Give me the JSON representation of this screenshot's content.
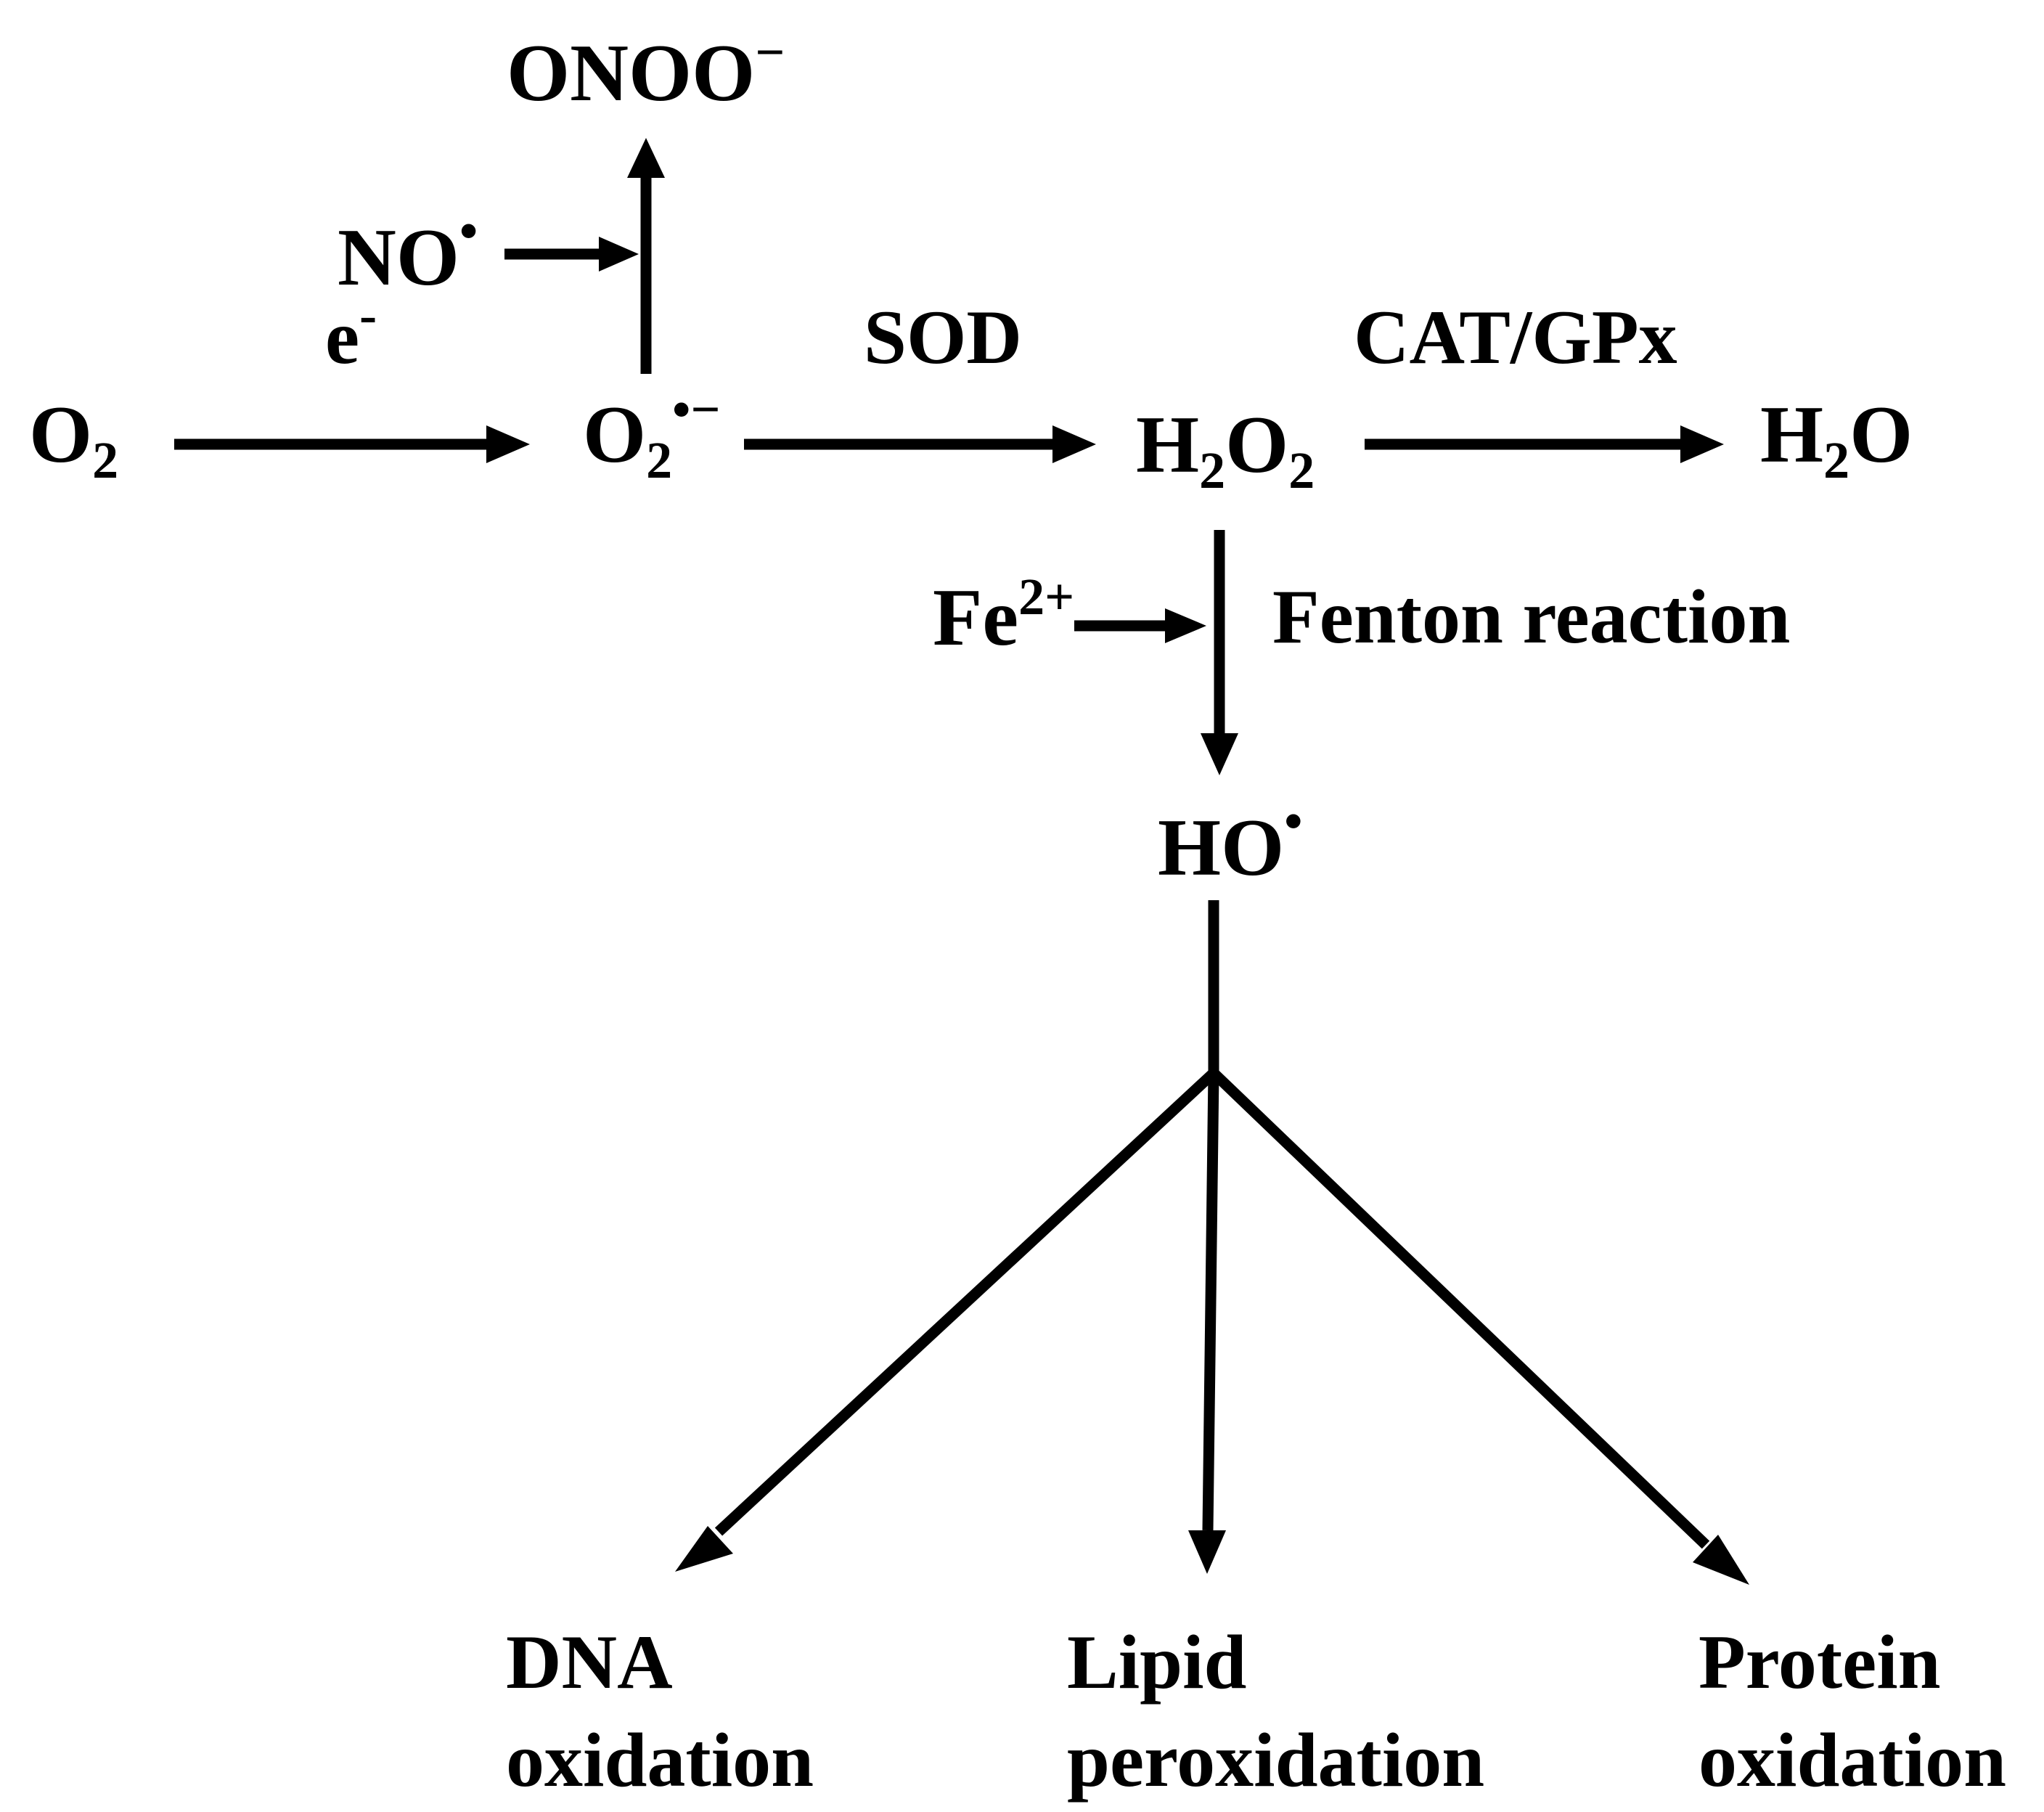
{
  "species": {
    "o2": {
      "base": "O",
      "sub": "2"
    },
    "superoxide": {
      "base": "O",
      "sub": "2",
      "sup": "•−"
    },
    "h2o2": {
      "h": "H",
      "sub1": "2",
      "o": "O",
      "sub2": "2"
    },
    "water": {
      "h": "H",
      "sub": "2",
      "o": "O"
    },
    "peroxynitrite": {
      "base": "ONOO",
      "sup": "−"
    },
    "nitric_oxide": {
      "base": "NO",
      "sup": "•"
    },
    "iron": {
      "base": "Fe",
      "sup": "2+"
    },
    "hydroxyl": {
      "base": "HO",
      "sup": "•"
    },
    "electron": {
      "base": "e",
      "sup": "-"
    }
  },
  "enzymes": {
    "sod": "SOD",
    "cat_gpx": "CAT/GPx",
    "fenton": "Fenton reaction"
  },
  "outcomes": {
    "dna": {
      "line1": "DNA",
      "line2": "oxidation"
    },
    "lipid": {
      "line1": "Lipid",
      "line2": "peroxidation"
    },
    "protein": {
      "line1": "Protein",
      "line2": "oxidation"
    }
  },
  "colors": {
    "ink": "#000000",
    "background": "#ffffff"
  }
}
